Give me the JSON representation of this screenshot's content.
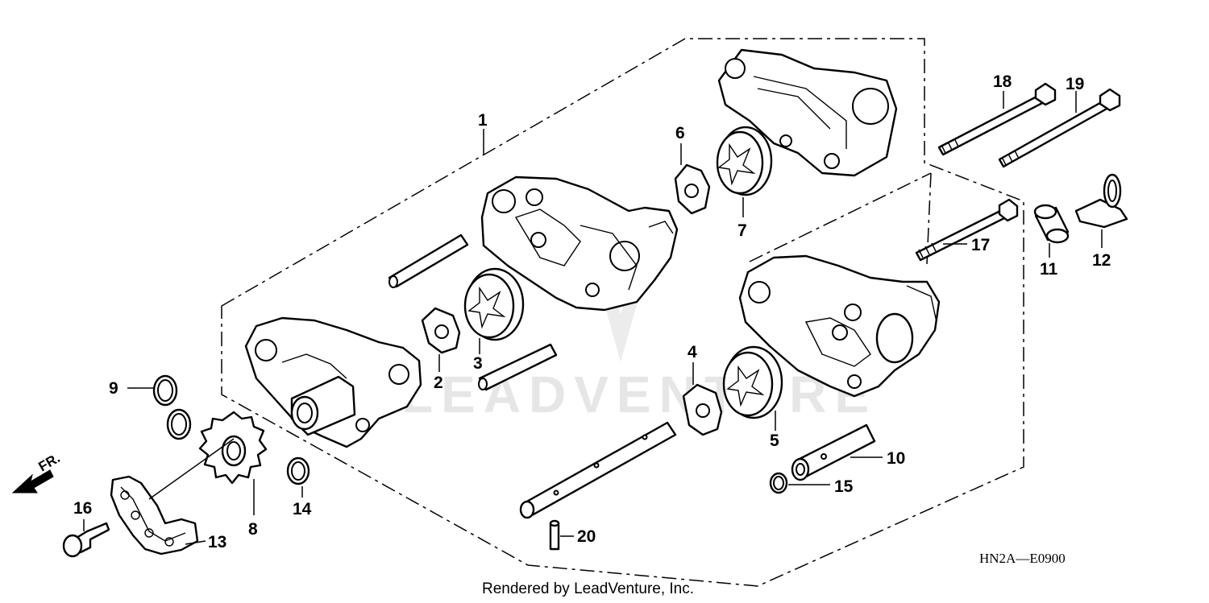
{
  "diagram": {
    "code": "HN2A—E0900",
    "credit": "Rendered by LeadVenture, Inc.",
    "watermark": "LEADVENTURE",
    "direction": "FR."
  },
  "callouts": [
    "1",
    "2",
    "3",
    "4",
    "5",
    "6",
    "7",
    "8",
    "9",
    "10",
    "11",
    "12",
    "13",
    "14",
    "15",
    "16",
    "17",
    "18",
    "19",
    "20"
  ]
}
